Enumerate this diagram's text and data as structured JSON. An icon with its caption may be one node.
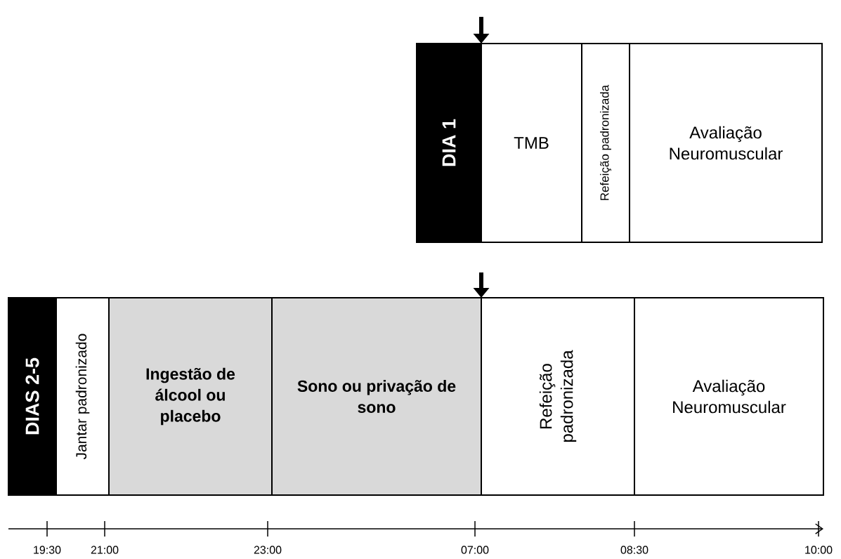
{
  "diagram": {
    "nodes": [
      {
        "text": [
          "DIA 1"
        ]
      },
      {
        "text": [
          "TMB"
        ]
      },
      {
        "text": [
          "Refeição padronizada"
        ]
      },
      {
        "text": [
          "Avaliação Neuromuscular"
        ]
      },
      {
        "text": [
          "DIAS 2-5"
        ]
      },
      {
        "text": [
          "Jantar padronizado"
        ]
      },
      {
        "text": [
          "Ingestão de álcool ou placebo"
        ]
      },
      {
        "text": [
          "Sono ou privação de sono"
        ]
      },
      {
        "text": [
          "Refeição padronizada"
        ]
      },
      {
        "text": [
          "Avaliação Neuromuscular"
        ]
      }
    ],
    "edges": [
      {
        "from": null,
        "to": 1,
        "arrow": "to"
      },
      {
        "from": null,
        "to": 8,
        "arrow": "to"
      }
    ],
    "labels": [
      "19:30",
      "21:00",
      "23:00",
      "07:00",
      "08:30",
      "10:00"
    ]
  }
}
